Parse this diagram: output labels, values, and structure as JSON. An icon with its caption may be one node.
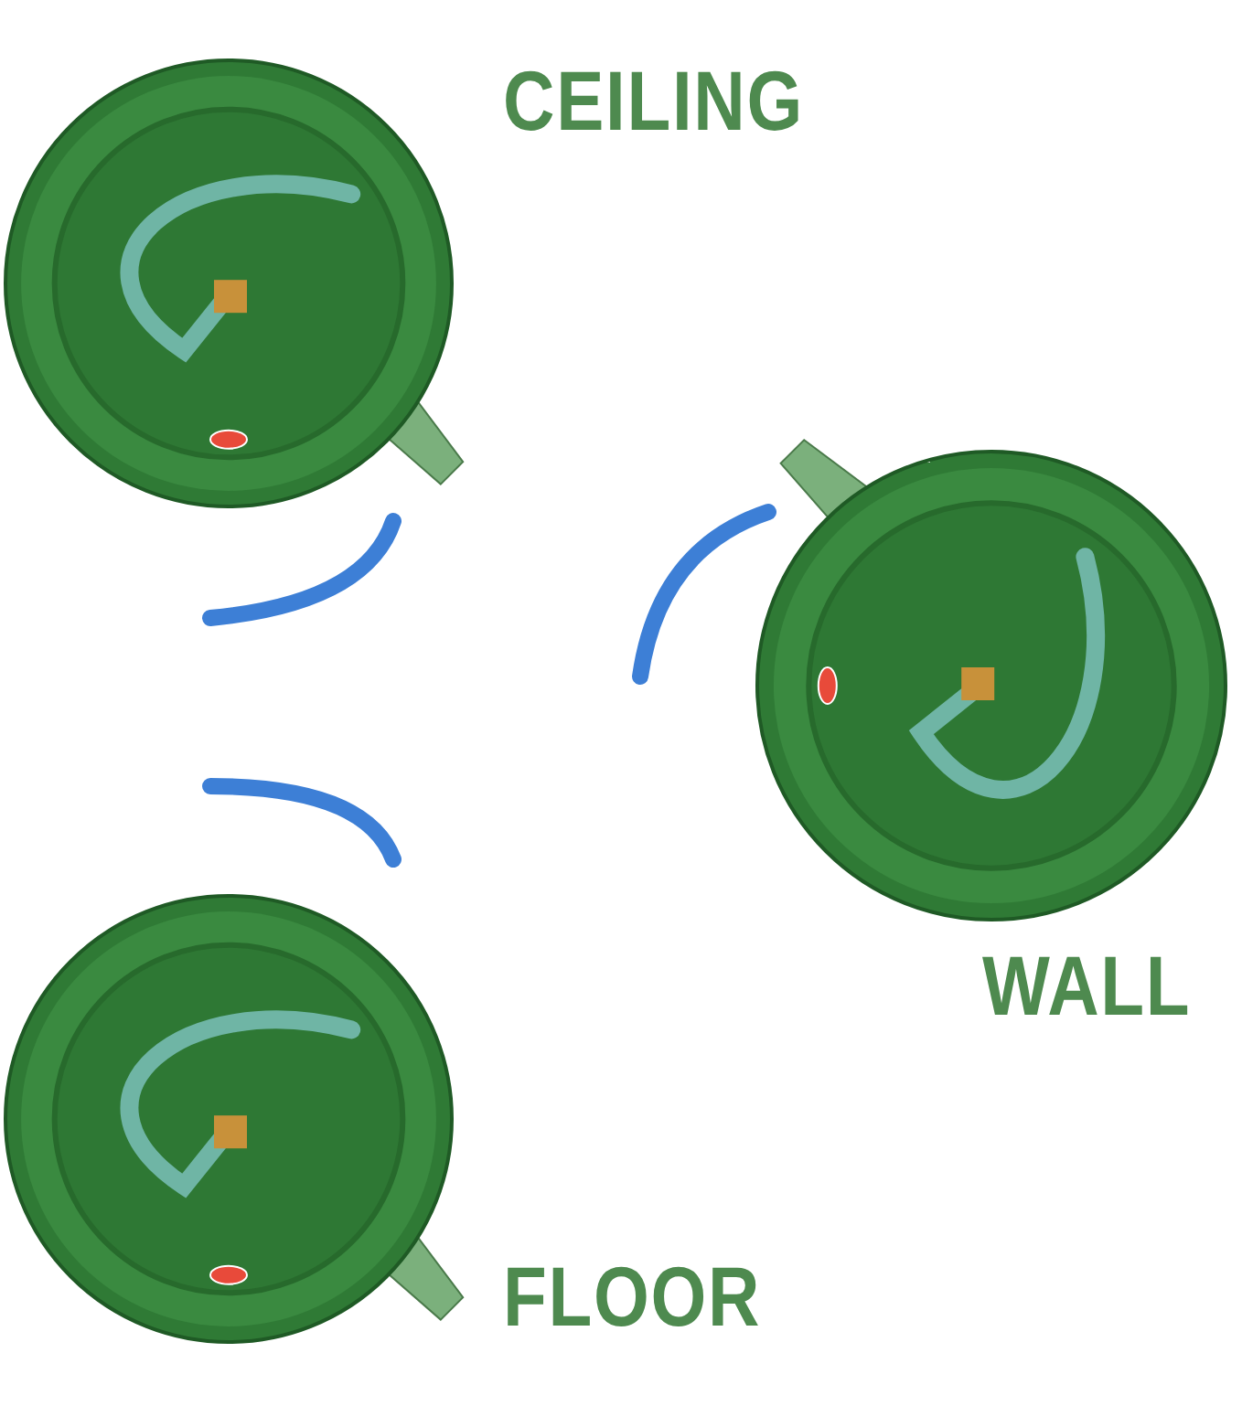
{
  "diagram": {
    "labels": [
      "CEILING",
      "WALL",
      "FLOOR"
    ]
  }
}
